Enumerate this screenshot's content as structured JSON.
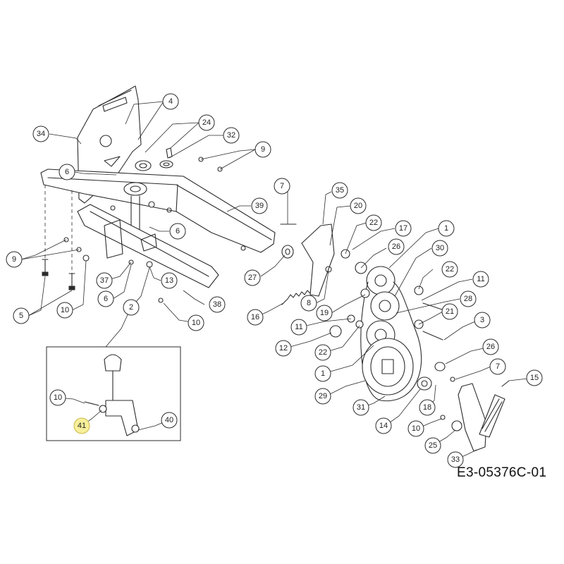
{
  "drawing": {
    "code": "E3-05376C-01",
    "accent_color": "#2b2b2b",
    "highlight_color": "#f7ef9a"
  },
  "callouts": [
    {
      "id": "c4",
      "label": "4"
    },
    {
      "id": "c24",
      "label": "24"
    },
    {
      "id": "c34",
      "label": "34"
    },
    {
      "id": "c32",
      "label": "32"
    },
    {
      "id": "c9a",
      "label": "9"
    },
    {
      "id": "c6a",
      "label": "6"
    },
    {
      "id": "c7a",
      "label": "7"
    },
    {
      "id": "c35",
      "label": "35"
    },
    {
      "id": "c39",
      "label": "39"
    },
    {
      "id": "c20",
      "label": "20"
    },
    {
      "id": "c22a",
      "label": "22"
    },
    {
      "id": "c17",
      "label": "17"
    },
    {
      "id": "c1a",
      "label": "1"
    },
    {
      "id": "c6b",
      "label": "6"
    },
    {
      "id": "c9b",
      "label": "9"
    },
    {
      "id": "c26a",
      "label": "26"
    },
    {
      "id": "c30",
      "label": "30"
    },
    {
      "id": "c27",
      "label": "27"
    },
    {
      "id": "c37",
      "label": "37"
    },
    {
      "id": "c13",
      "label": "13"
    },
    {
      "id": "c22b",
      "label": "22"
    },
    {
      "id": "c11a",
      "label": "11"
    },
    {
      "id": "c5",
      "label": "5"
    },
    {
      "id": "c6c",
      "label": "6"
    },
    {
      "id": "c38",
      "label": "38"
    },
    {
      "id": "c8",
      "label": "8"
    },
    {
      "id": "c28",
      "label": "28"
    },
    {
      "id": "c10a",
      "label": "10"
    },
    {
      "id": "c2",
      "label": "2"
    },
    {
      "id": "c19",
      "label": "19"
    },
    {
      "id": "c21",
      "label": "21"
    },
    {
      "id": "c16",
      "label": "16"
    },
    {
      "id": "c10b",
      "label": "10"
    },
    {
      "id": "c11b",
      "label": "11"
    },
    {
      "id": "c3",
      "label": "3"
    },
    {
      "id": "c12",
      "label": "12"
    },
    {
      "id": "c26b",
      "label": "26"
    },
    {
      "id": "c22c",
      "label": "22"
    },
    {
      "id": "c1b",
      "label": "1"
    },
    {
      "id": "c7b",
      "label": "7"
    },
    {
      "id": "c15",
      "label": "15"
    },
    {
      "id": "c10c",
      "label": "10"
    },
    {
      "id": "c29",
      "label": "29"
    },
    {
      "id": "c31",
      "label": "31"
    },
    {
      "id": "c18",
      "label": "18"
    },
    {
      "id": "c40",
      "label": "40"
    },
    {
      "id": "c41",
      "label": "41",
      "highlighted": true
    },
    {
      "id": "c14",
      "label": "14"
    },
    {
      "id": "c10d",
      "label": "10"
    },
    {
      "id": "c25",
      "label": "25"
    },
    {
      "id": "c33",
      "label": "33"
    }
  ]
}
